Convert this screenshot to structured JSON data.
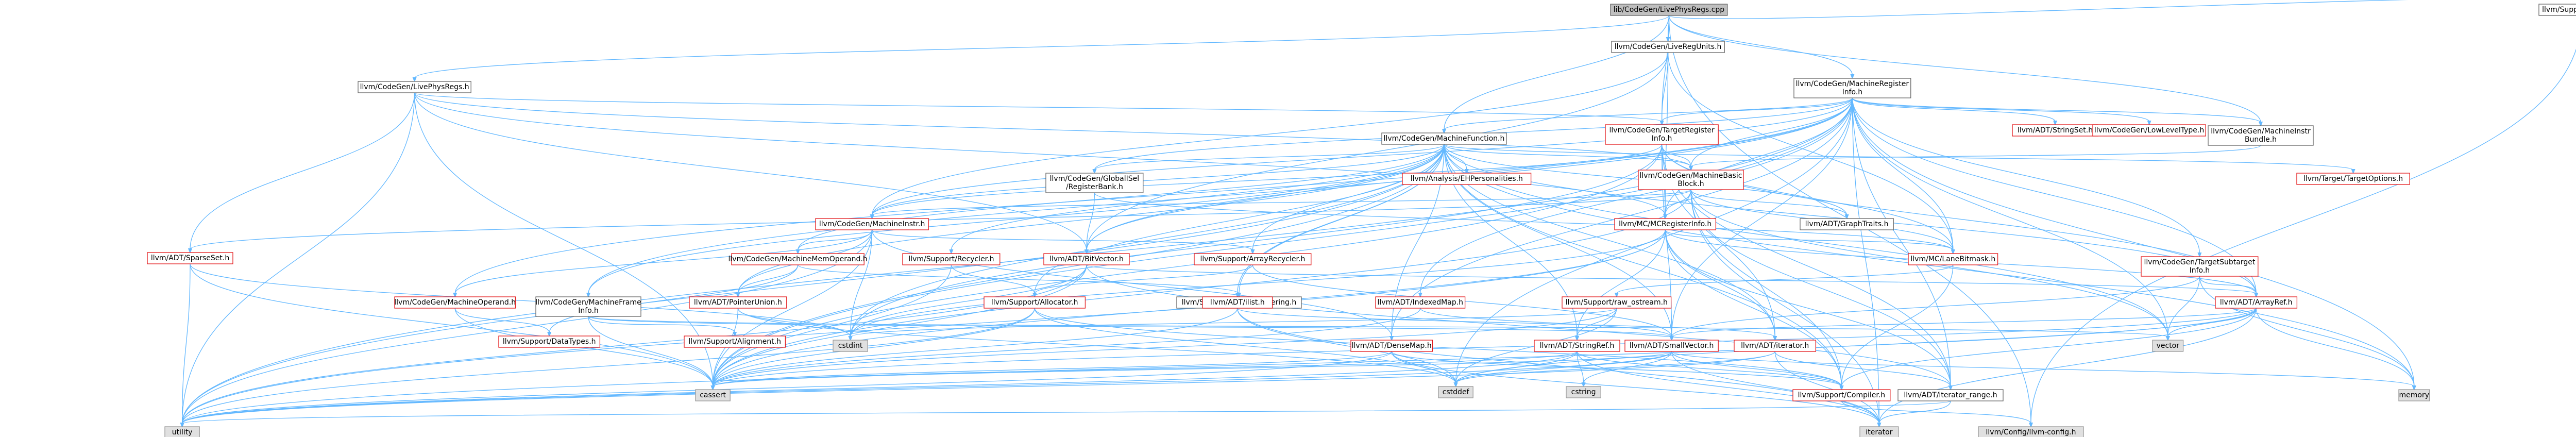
{
  "graph": {
    "nodes": [
      {
        "id": "root",
        "label": [
          "lib/CodeGen/LivePhysRegs.cpp"
        ],
        "style": "root"
      },
      {
        "id": "lpr_h",
        "label": [
          "llvm/CodeGen/LivePhysRegs.h"
        ],
        "style": "plain"
      },
      {
        "id": "lru_h",
        "label": [
          "llvm/CodeGen/LiveRegUnits.h"
        ],
        "style": "plain"
      },
      {
        "id": "mri_h",
        "label": [
          "llvm/CodeGen/MachineRegister",
          "Info.h"
        ],
        "style": "plain"
      },
      {
        "id": "debug_h",
        "label": [
          "llvm/Support/Debug.h"
        ],
        "style": "plain"
      },
      {
        "id": "mf_h",
        "label": [
          "llvm/CodeGen/MachineFunction.h"
        ],
        "style": "plain"
      },
      {
        "id": "tri_h",
        "label": [
          "llvm/CodeGen/TargetRegister",
          "Info.h"
        ],
        "style": "red"
      },
      {
        "id": "stringset_h",
        "label": [
          "llvm/ADT/StringSet.h"
        ],
        "style": "red"
      },
      {
        "id": "llt_h",
        "label": [
          "llvm/CodeGen/LowLevelType.h"
        ],
        "style": "red"
      },
      {
        "id": "mibundle_h",
        "label": [
          "llvm/CodeGen/MachineInstr",
          "Bundle.h"
        ],
        "style": "plain"
      },
      {
        "id": "globalisel_h",
        "label": [
          "llvm/CodeGen/GlobalISel",
          "/RegisterBank.h"
        ],
        "style": "plain"
      },
      {
        "id": "eh_h",
        "label": [
          "llvm/Analysis/EHPersonalities.h"
        ],
        "style": "red"
      },
      {
        "id": "mbb_h",
        "label": [
          "llvm/CodeGen/MachineBasic",
          "Block.h"
        ],
        "style": "red"
      },
      {
        "id": "targetopts_h",
        "label": [
          "llvm/Target/TargetOptions.h"
        ],
        "style": "red"
      },
      {
        "id": "mi_h",
        "label": [
          "llvm/CodeGen/MachineInstr.h"
        ],
        "style": "red"
      },
      {
        "id": "mcri_h",
        "label": [
          "llvm/MC/MCRegisterInfo.h"
        ],
        "style": "red"
      },
      {
        "id": "graphtraits_h",
        "label": [
          "llvm/ADT/GraphTraits.h"
        ],
        "style": "plain"
      },
      {
        "id": "sparseset_h",
        "label": [
          "llvm/ADT/SparseSet.h"
        ],
        "style": "red"
      },
      {
        "id": "recycler_h",
        "label": [
          "llvm/Support/Recycler.h"
        ],
        "style": "red"
      },
      {
        "id": "bitvector_h",
        "label": [
          "llvm/ADT/BitVector.h"
        ],
        "style": "red"
      },
      {
        "id": "arrayrecycler_h",
        "label": [
          "llvm/Support/ArrayRecycler.h"
        ],
        "style": "red"
      },
      {
        "id": "lanebitmask_h",
        "label": [
          "llvm/MC/LaneBitmask.h"
        ],
        "style": "red"
      },
      {
        "id": "tsi_h",
        "label": [
          "llvm/CodeGen/TargetSubtarget",
          "Info.h"
        ],
        "style": "red"
      },
      {
        "id": "mmo_h",
        "label": [
          "llvm/CodeGen/MachineMemOperand.h"
        ],
        "style": "red"
      },
      {
        "id": "mframe_h",
        "label": [
          "llvm/CodeGen/MachineFrame",
          "Info.h"
        ],
        "style": "plain"
      },
      {
        "id": "mo_h",
        "label": [
          "llvm/CodeGen/MachineOperand.h"
        ],
        "style": "red"
      },
      {
        "id": "ptrunion_h",
        "label": [
          "llvm/ADT/PointerUnion.h"
        ],
        "style": "red"
      },
      {
        "id": "allocator_h",
        "label": [
          "llvm/Support/Allocator.h"
        ],
        "style": "red"
      },
      {
        "id": "atomic_h",
        "label": [
          "llvm/Support/Atomic/Ordering.h"
        ],
        "style": "plain"
      },
      {
        "id": "ilist_h",
        "label": [
          "llvm/ADT/ilist.h"
        ],
        "style": "red"
      },
      {
        "id": "indexedmap_h",
        "label": [
          "llvm/ADT/IndexedMap.h"
        ],
        "style": "red"
      },
      {
        "id": "rawostream_h",
        "label": [
          "llvm/Support/raw_ostream.h"
        ],
        "style": "red"
      },
      {
        "id": "arrayref_h",
        "label": [
          "llvm/ADT/ArrayRef.h"
        ],
        "style": "red"
      },
      {
        "id": "datatypes_h",
        "label": [
          "llvm/Support/DataTypes.h"
        ],
        "style": "red"
      },
      {
        "id": "alignment_h",
        "label": [
          "llvm/Support/Alignment.h"
        ],
        "style": "red"
      },
      {
        "id": "cstdint_ptr",
        "label": [
          "cstdint"
        ],
        "style": "gray"
      },
      {
        "id": "densemap_h",
        "label": [
          "llvm/ADT/DenseMap.h"
        ],
        "style": "red"
      },
      {
        "id": "stringref_h",
        "label": [
          "llvm/ADT/StringRef.h"
        ],
        "style": "red"
      },
      {
        "id": "smallvector_h",
        "label": [
          "llvm/ADT/SmallVector.h"
        ],
        "style": "red"
      },
      {
        "id": "iterator_h",
        "label": [
          "llvm/ADT/iterator.h"
        ],
        "style": "red"
      },
      {
        "id": "vector",
        "label": [
          "vector"
        ],
        "style": "gray"
      },
      {
        "id": "cassert",
        "label": [
          "cassert"
        ],
        "style": "gray"
      },
      {
        "id": "cstddef",
        "label": [
          "cstddef"
        ],
        "style": "gray"
      },
      {
        "id": "cstring",
        "label": [
          "cstring"
        ],
        "style": "gray"
      },
      {
        "id": "compiler_h",
        "label": [
          "llvm/Support/Compiler.h"
        ],
        "style": "red"
      },
      {
        "id": "itrange_h",
        "label": [
          "llvm/ADT/iterator_range.h"
        ],
        "style": "plain"
      },
      {
        "id": "memory",
        "label": [
          "memory"
        ],
        "style": "gray"
      },
      {
        "id": "utility",
        "label": [
          "utility"
        ],
        "style": "gray"
      },
      {
        "id": "iterator",
        "label": [
          "iterator"
        ],
        "style": "gray"
      },
      {
        "id": "config_h",
        "label": [
          "llvm/Config/llvm-config.h"
        ],
        "style": "gray"
      }
    ],
    "edges": [
      [
        "root",
        "lpr_h"
      ],
      [
        "root",
        "lru_h"
      ],
      [
        "root",
        "mri_h"
      ],
      [
        "root",
        "debug_h"
      ],
      [
        "root",
        "mf_h"
      ],
      [
        "root",
        "mibundle_h"
      ],
      [
        "root",
        "tri_h"
      ],
      [
        "root",
        "config_h"
      ],
      [
        "lpr_h",
        "mbb_h"
      ],
      [
        "lpr_h",
        "tri_h"
      ],
      [
        "lpr_h",
        "mcri_h"
      ],
      [
        "lpr_h",
        "sparseset_h"
      ],
      [
        "lpr_h",
        "cassert"
      ],
      [
        "lpr_h",
        "utility"
      ],
      [
        "lpr_h",
        "bitvector_h"
      ],
      [
        "lru_h",
        "mi_h"
      ],
      [
        "lru_h",
        "mcri_h"
      ],
      [
        "lru_h",
        "tri_h"
      ],
      [
        "lru_h",
        "lanebitmask_h"
      ],
      [
        "lru_h",
        "bitvector_h"
      ],
      [
        "mri_h",
        "mf_h"
      ],
      [
        "mri_h",
        "tri_h"
      ],
      [
        "mri_h",
        "stringset_h"
      ],
      [
        "mri_h",
        "llt_h"
      ],
      [
        "mri_h",
        "mibundle_h"
      ],
      [
        "mri_h",
        "mbb_h"
      ],
      [
        "mri_h",
        "mcri_h"
      ],
      [
        "mri_h",
        "arrayref_h"
      ],
      [
        "mri_h",
        "bitvector_h"
      ],
      [
        "mri_h",
        "indexedmap_h"
      ],
      [
        "mri_h",
        "smallvector_h"
      ],
      [
        "mri_h",
        "iterator_range"
      ],
      [
        "mri_h",
        "memory"
      ],
      [
        "mri_h",
        "vector"
      ],
      [
        "mri_h",
        "globalisel_h"
      ],
      [
        "mri_h",
        "tsi_h"
      ],
      [
        "mri_h",
        "mo_h"
      ],
      [
        "mri_h",
        "lanebitmask_h"
      ],
      [
        "mri_h",
        "densemap_h"
      ],
      [
        "mri_h",
        "cassert"
      ],
      [
        "mri_h",
        "cstddef"
      ],
      [
        "mri_h",
        "utility"
      ],
      [
        "mri_h",
        "itrange_h"
      ],
      [
        "mri_h",
        "iterator"
      ],
      [
        "mri_h",
        "mi_h"
      ],
      [
        "mri_h",
        "mframe_h"
      ],
      [
        "debug_h",
        "config_h"
      ],
      [
        "mf_h",
        "mbb_h"
      ],
      [
        "mf_h",
        "eh_h"
      ],
      [
        "mf_h",
        "targetopts_h"
      ],
      [
        "mf_h",
        "mi_h"
      ],
      [
        "mf_h",
        "globalisel_h"
      ],
      [
        "mf_h",
        "mmo_h"
      ],
      [
        "mf_h",
        "recycler_h"
      ],
      [
        "mf_h",
        "arrayrecycler_h"
      ],
      [
        "mf_h",
        "bitvector_h"
      ],
      [
        "mf_h",
        "ilist_h"
      ],
      [
        "mf_h",
        "densemap_h"
      ],
      [
        "mf_h",
        "smallvector_h"
      ],
      [
        "mf_h",
        "graphtraits_h"
      ],
      [
        "mf_h",
        "allocator_h"
      ],
      [
        "mf_h",
        "atomic_h"
      ],
      [
        "mf_h",
        "arrayref_h"
      ],
      [
        "mf_h",
        "compiler_h"
      ],
      [
        "mf_h",
        "cassert"
      ],
      [
        "mf_h",
        "cstdint_ptr"
      ],
      [
        "mf_h",
        "memory"
      ],
      [
        "mf_h",
        "utility"
      ],
      [
        "mf_h",
        "vector"
      ],
      [
        "mf_h",
        "stringref_h"
      ],
      [
        "mf_h",
        "ptrunion_h"
      ],
      [
        "mf_h",
        "iterator_h"
      ],
      [
        "mf_h",
        "mframe_h"
      ],
      [
        "tri_h",
        "mcri_h"
      ],
      [
        "tri_h",
        "mbb_h"
      ],
      [
        "tri_h",
        "lanebitmask_h"
      ],
      [
        "tri_h",
        "smallvector_h"
      ],
      [
        "tri_h",
        "arrayref_h"
      ],
      [
        "tri_h",
        "iterator_h"
      ],
      [
        "tri_h",
        "itrange_h"
      ],
      [
        "tri_h",
        "cassert"
      ],
      [
        "tri_h",
        "cstdint_ptr"
      ],
      [
        "tri_h",
        "printable"
      ],
      [
        "tri_h",
        "mi_h"
      ],
      [
        "mibundle_h",
        "mbb_h"
      ],
      [
        "mibundle_h",
        "iterator_range"
      ],
      [
        "globalisel_h",
        "bitvector_h"
      ],
      [
        "globalisel_h",
        "lanebitmask_h"
      ],
      [
        "mbb_h",
        "mi_h"
      ],
      [
        "mbb_h",
        "graphtraits_h"
      ],
      [
        "mbb_h",
        "lanebitmask_h"
      ],
      [
        "mbb_h",
        "mcri_h"
      ],
      [
        "mbb_h",
        "iterator"
      ],
      [
        "mbb_h",
        "vector"
      ],
      [
        "mbb_h",
        "cassert"
      ],
      [
        "mbb_h",
        "itrange_h"
      ],
      [
        "mbb_h",
        "sparseset_h"
      ],
      [
        "mbb_h",
        "compiler_h"
      ],
      [
        "mi_h",
        "mo_h"
      ],
      [
        "mi_h",
        "mmo_h"
      ],
      [
        "mi_h",
        "ptrunion_h"
      ],
      [
        "mi_h",
        "arrayrecycler_h"
      ],
      [
        "mi_h",
        "densemap_h"
      ],
      [
        "mi_h",
        "cassert"
      ],
      [
        "mi_h",
        "cstdint_ptr"
      ],
      [
        "mi_h",
        "utility"
      ],
      [
        "mcri_h",
        "lanebitmask_h"
      ],
      [
        "mcri_h",
        "arrayref_h"
      ],
      [
        "mcri_h",
        "iterator_h"
      ],
      [
        "mcri_h",
        "itrange_h"
      ],
      [
        "mcri_h",
        "cassert"
      ],
      [
        "mcri_h",
        "cstdint_ptr"
      ],
      [
        "mcri_h",
        "utility"
      ],
      [
        "mcri_h",
        "compiler_h"
      ],
      [
        "mcri_h",
        "stringref_h"
      ],
      [
        "sparseset_h",
        "cassert"
      ],
      [
        "sparseset_h",
        "cstdint_ptr"
      ],
      [
        "sparseset_h",
        "utility"
      ],
      [
        "sparseset_h",
        "cstdlib"
      ],
      [
        "recycler_h",
        "allocator_h"
      ],
      [
        "recycler_h",
        "cassert"
      ],
      [
        "bitvector_h",
        "arrayref_h"
      ],
      [
        "bitvector_h",
        "itrange_h"
      ],
      [
        "bitvector_h",
        "cassert"
      ],
      [
        "bitvector_h",
        "cstdint_ptr"
      ],
      [
        "bitvector_h",
        "utility"
      ],
      [
        "bitvector_h",
        "cstdlib"
      ],
      [
        "arrayrecycler_h",
        "smallvector_h"
      ],
      [
        "arrayrecycler_h",
        "allocator_h"
      ],
      [
        "lanebitmask_h",
        "compiler_h"
      ],
      [
        "lanebitmask_h",
        "rawostream_h"
      ],
      [
        "tsi_h",
        "arrayref_h"
      ],
      [
        "tsi_h",
        "smallvector_h"
      ],
      [
        "tsi_h",
        "memory"
      ],
      [
        "tsi_h",
        "vector"
      ],
      [
        "mmo_h",
        "ptrunion_h"
      ],
      [
        "mmo_h",
        "datatypes_h"
      ],
      [
        "mmo_h",
        "atomic_h"
      ],
      [
        "mframe_h",
        "smallvector_h"
      ],
      [
        "mframe_h",
        "alignment_h"
      ],
      [
        "mframe_h",
        "cassert"
      ],
      [
        "mframe_h",
        "vector"
      ],
      [
        "mo_h",
        "datatypes_h"
      ],
      [
        "mo_h",
        "cassert"
      ],
      [
        "ptrunion_h",
        "cassert"
      ],
      [
        "ptrunion_h",
        "cstddef"
      ],
      [
        "ptrunion_h",
        "cstdint_ptr"
      ],
      [
        "allocator_h",
        "compiler_h"
      ],
      [
        "allocator_h",
        "cassert"
      ],
      [
        "allocator_h",
        "cstddef"
      ],
      [
        "allocator_h",
        "utility"
      ],
      [
        "ilist_h",
        "iterator_h"
      ],
      [
        "ilist_h",
        "cassert"
      ],
      [
        "ilist_h",
        "cstddef"
      ],
      [
        "ilist_h",
        "iterator"
      ],
      [
        "indexedmap_h",
        "smallvector_h"
      ],
      [
        "indexedmap_h",
        "cassert"
      ],
      [
        "rawostream_h",
        "stringref_h"
      ],
      [
        "rawostream_h",
        "cassert"
      ],
      [
        "rawostream_h",
        "cstddef"
      ],
      [
        "rawostream_h",
        "cstdint_ptr"
      ],
      [
        "arrayref_h",
        "smallvector_h"
      ],
      [
        "arrayref_h",
        "compiler_h"
      ],
      [
        "arrayref_h",
        "iterator"
      ],
      [
        "arrayref_h",
        "memory"
      ],
      [
        "arrayref_h",
        "vector"
      ],
      [
        "arrayref_h",
        "cassert"
      ],
      [
        "arrayref_h",
        "cstddef"
      ],
      [
        "arrayref_h",
        "utility"
      ],
      [
        "densemap_h",
        "compiler_h"
      ],
      [
        "densemap_h",
        "cassert"
      ],
      [
        "densemap_h",
        "cstddef"
      ],
      [
        "densemap_h",
        "iterator"
      ],
      [
        "densemap_h",
        "utility"
      ],
      [
        "stringref_h",
        "compiler_h"
      ],
      [
        "stringref_h",
        "iterator_range"
      ],
      [
        "stringref_h",
        "cassert"
      ],
      [
        "stringref_h",
        "cstddef"
      ],
      [
        "stringref_h",
        "cstring"
      ],
      [
        "stringref_h",
        "iterator"
      ],
      [
        "stringref_h",
        "utility"
      ],
      [
        "smallvector_h",
        "compiler_h"
      ],
      [
        "smallvector_h",
        "cassert"
      ],
      [
        "smallvector_h",
        "cstddef"
      ],
      [
        "smallvector_h",
        "cstring"
      ],
      [
        "smallvector_h",
        "iterator"
      ],
      [
        "smallvector_h",
        "memory"
      ],
      [
        "smallvector_h",
        "utility"
      ],
      [
        "iterator_h",
        "itrange_h"
      ],
      [
        "iterator_h",
        "cstddef"
      ],
      [
        "iterator_h",
        "iterator"
      ],
      [
        "iterator_h",
        "utility"
      ],
      [
        "itrange_h",
        "iterator"
      ],
      [
        "itrange_h",
        "utility"
      ],
      [
        "compiler_h",
        "config_h"
      ]
    ]
  },
  "colors": {
    "edge": "#63b8ff",
    "edge_alt": "#1e78b4",
    "root_fill": "#bfbfbf",
    "plain_border": "#666666",
    "red_border": "#e31a1c",
    "gray_fill": "#e0e0e0",
    "gray_border": "#999999",
    "text": "#000000",
    "red_text": "#e31a1c"
  }
}
